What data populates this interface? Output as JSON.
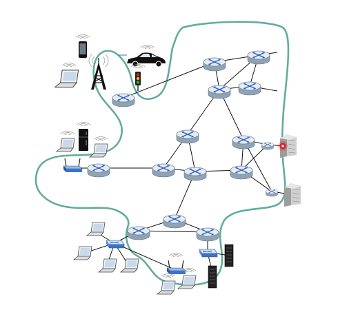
{
  "diagram": {
    "kind": "network-topology",
    "colors": {
      "boundary": "#5fae9a",
      "link": "#111111",
      "router_top": "#e6ebf0",
      "router_side": "#8fa3b5",
      "router_arrow": "#2a62c9",
      "switch_blue": "#3b73c9",
      "wifi_waves": "#9a9a9a",
      "server_dark": "#222222",
      "datacenter_gray": "#b8b8b8",
      "alert_red": "#e02020"
    },
    "icons": [
      "router-icon",
      "switch-icon",
      "wifi-access-point-icon",
      "laptop-icon",
      "smartphone-icon",
      "cell-tower-icon",
      "car-icon",
      "traffic-light-icon",
      "refrigerator-icon",
      "server-rack-icon",
      "datacenter-icon",
      "alert-icon"
    ],
    "routers": [
      "r-core-top",
      "r-top-right",
      "r-right",
      "r-right2",
      "r-center-top",
      "r-center-left",
      "r-center",
      "r-center-right",
      "r-right3",
      "r-mid-right",
      "r-left",
      "r-access",
      "r-bottom-top",
      "r-bottom-left",
      "r-bottom-right"
    ],
    "switches": [
      "sw-enterprise",
      "sw-bottom"
    ],
    "access_points": [
      "ap-left",
      "ap-bottom"
    ],
    "end_hosts": {
      "mobile": [
        "smartphone",
        "laptop",
        "car",
        "traffic-light",
        "cell-tower"
      ],
      "home": [
        "laptop-1",
        "laptop-2",
        "refrigerator"
      ],
      "enterprise": [
        "laptop-1",
        "laptop-2",
        "laptop-3",
        "laptop-4",
        "laptop-5"
      ],
      "wireless_bottom": [
        "laptop-1",
        "laptop-2"
      ],
      "datacenter": [
        "datacenter-1",
        "datacenter-2"
      ],
      "servers": [
        "server-1",
        "server-2"
      ]
    }
  }
}
